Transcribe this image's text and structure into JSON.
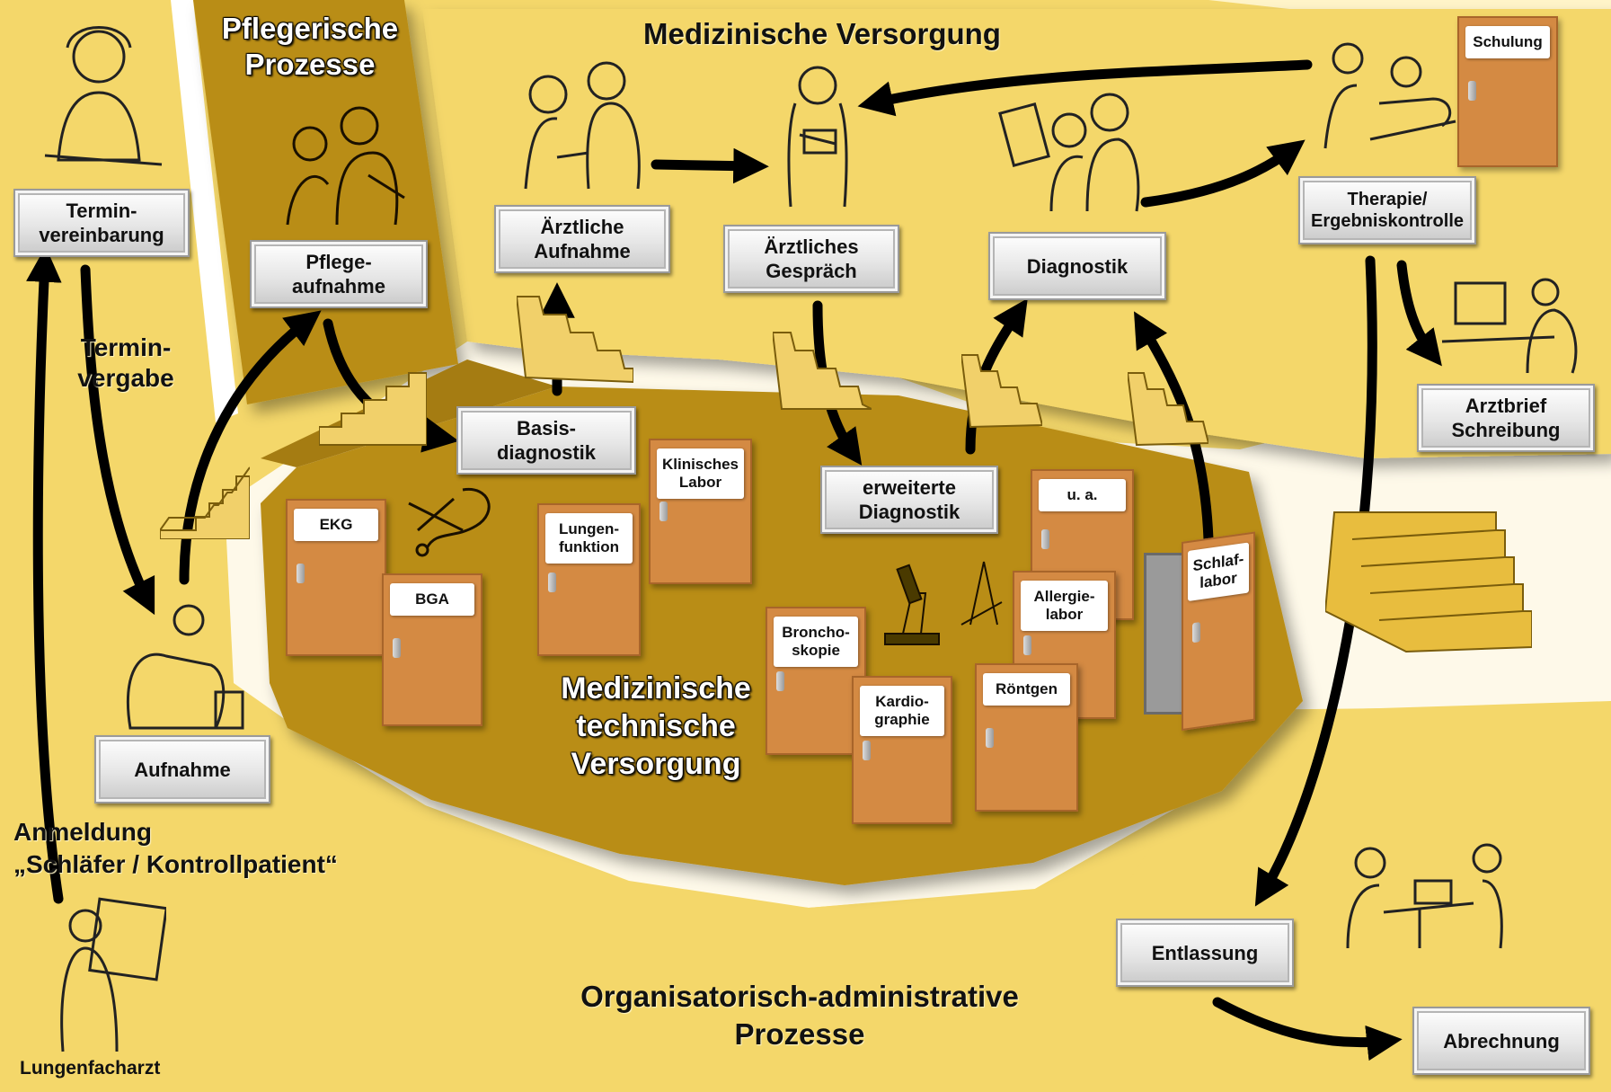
{
  "colors": {
    "background": "#f4d76a",
    "platform": "#b98d18",
    "door": "#d48a43",
    "sign": "#eeeeee",
    "arrow": "#000000"
  },
  "titles": {
    "pflegerische": "Pflegerische\nProzesse",
    "medizinische_versorgung": "Medizinische Versorgung",
    "medizinisch_technisch": "Medizinische\ntechnische\nVersorgung",
    "organisatorisch": "Organisatorisch-administrative\nProzesse"
  },
  "labels": {
    "termin_vergabe": "Termin-\nvergabe",
    "anmeldung": "Anmeldung\n„Schläfer / Kontrollpatient“",
    "lungenfacharzt": "Lungenfacharzt"
  },
  "signs": {
    "terminvereinbarung": "Termin-\nvereinbarung",
    "aufnahme": "Aufnahme",
    "pflegeaufnahme": "Pflege-\naufnahme",
    "aerztliche_aufnahme": "Ärztliche\nAufnahme",
    "aerztliches_gespraech": "Ärztliches\nGespräch",
    "diagnostik": "Diagnostik",
    "therapie": "Therapie/\nErgebniskontrolle",
    "arztbrief": "Arztbrief\nSchreibung",
    "basisdiagnostik": "Basis-\ndiagnostik",
    "erweiterte_diagnostik": "erweiterte\nDiagnostik",
    "entlassung": "Entlassung",
    "abrechnung": "Abrechnung"
  },
  "doors": {
    "ekg": "EKG",
    "bga": "BGA",
    "lungenfunktion": "Lungen-\nfunktion",
    "klinisches_labor": "Klinisches\nLabor",
    "bronchoskopie": "Broncho-\nskopie",
    "kardiographie": "Kardio-\ngraphie",
    "roentgen": "Röntgen",
    "allergielabor": "Allergie-\nlabor",
    "ua": "u. a.",
    "schlaflabor": "Schlaf-\nlabor",
    "schulung": "Schulung"
  },
  "icons": [
    "person-figure-icon",
    "stairs-icon",
    "microscope-icon",
    "stethoscope-icon",
    "door-icon",
    "arrow-icon"
  ]
}
